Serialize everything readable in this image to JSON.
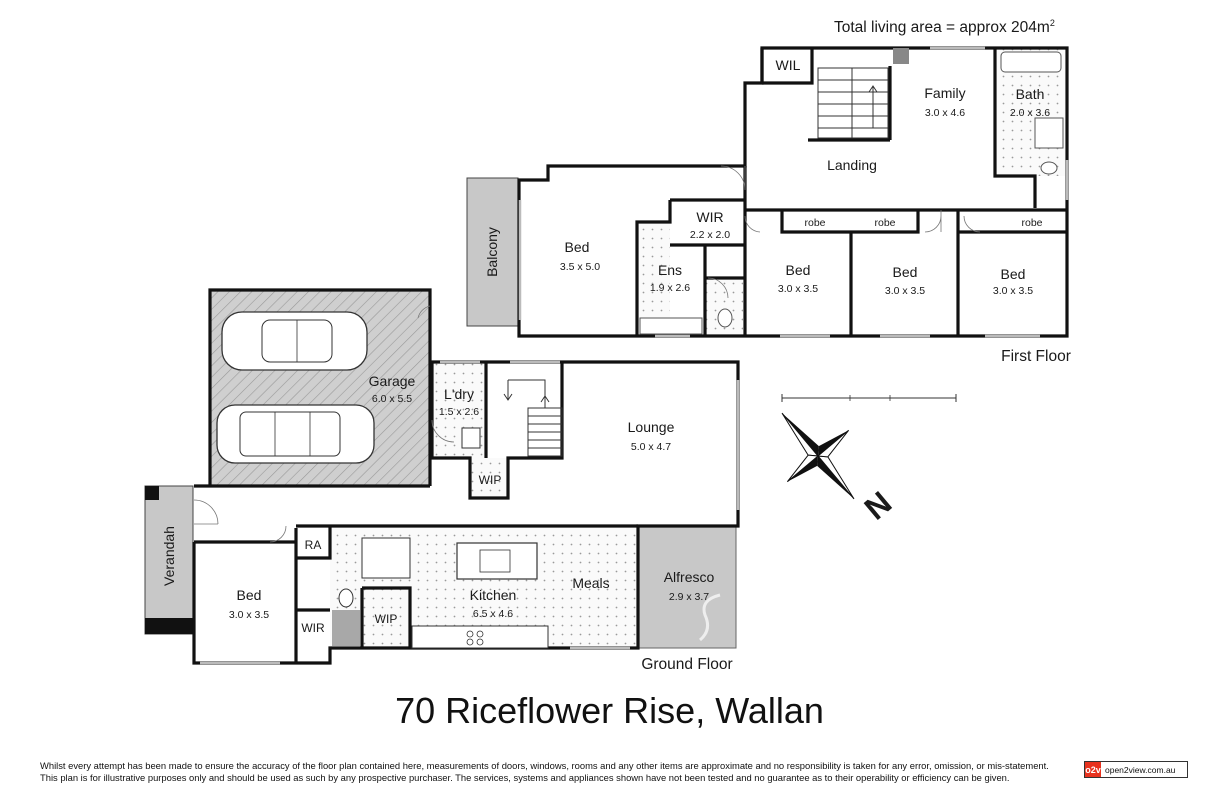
{
  "header": {
    "total_area": "Total living area = approx 204m",
    "total_area_sup": "2"
  },
  "address": "70 Riceflower Rise, Wallan",
  "floors": {
    "first": "First Floor",
    "ground": "Ground Floor"
  },
  "rooms_first": {
    "wil": "WIL",
    "family": "Family",
    "family_dim": "3.0 x 4.6",
    "bath": "Bath",
    "bath_dim": "2.0 x 3.6",
    "landing": "Landing",
    "balcony": "Balcony",
    "bed_main": "Bed",
    "bed_main_dim": "3.5 x 5.0",
    "wir": "WIR",
    "wir_dim": "2.2 x 2.0",
    "ens": "Ens",
    "ens_dim": "1.9 x 2.6",
    "robe1": "robe",
    "robe2": "robe",
    "robe3": "robe",
    "bed2": "Bed",
    "bed2_dim": "3.0 x 3.5",
    "bed3": "Bed",
    "bed3_dim": "3.0 x 3.5",
    "bed4": "Bed",
    "bed4_dim": "3.0 x 3.5"
  },
  "rooms_ground": {
    "garage": "Garage",
    "garage_dim": "6.0 x 5.5",
    "ldry": "L'dry",
    "ldry_dim": "1.5 x 2.6",
    "wip1": "WIP",
    "lounge": "Lounge",
    "lounge_dim": "5.0 x 4.7",
    "verandah": "Verandah",
    "ra": "RA",
    "bed": "Bed",
    "bed_dim": "3.0 x 3.5",
    "wir": "WIR",
    "wip2": "WIP",
    "kitchen": "Kitchen",
    "kitchen_dim": "6.5 x 4.6",
    "meals": "Meals",
    "alfresco": "Alfresco",
    "alfresco_dim": "2.9 x 3.7"
  },
  "compass": {
    "north": "N"
  },
  "disclaimer": [
    "Whilst every attempt has been made to ensure the accuracy of the floor plan contained here, measurements of doors, windows, rooms and any other items are approximate and no responsibility is taken for any error, omission, or mis-statement.",
    "This plan is for illustrative purposes only and should be used as such by any prospective purchaser. The services, systems and appliances shown have not been tested and no guarantee as to their operability or efficiency can be given."
  ],
  "logo": "open2view.com.au",
  "logo_mark": "o2v",
  "colors": {
    "wall": "#111111",
    "garage_fill": "#bdbdbd",
    "balcony_fill": "#c8c8c8",
    "tile_dot": "#9a9a9a",
    "brand": "#e8321e"
  }
}
